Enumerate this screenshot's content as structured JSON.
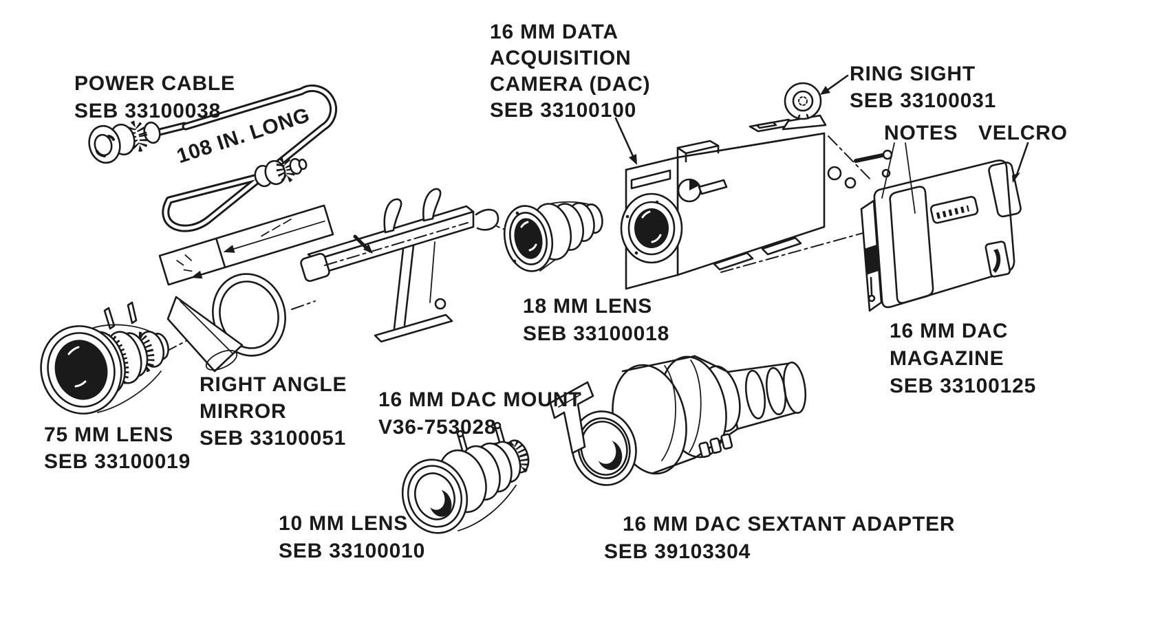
{
  "figure": {
    "background": "#ffffff",
    "ink": "#1a1a1a",
    "description": "Exploded-view line drawing of the 16 mm Data Acquisition Camera (DAC) system and accessories"
  },
  "labels": {
    "power_cable": {
      "lines": [
        "POWER CABLE",
        "SEB 33100038"
      ]
    },
    "cable_length": {
      "text": "108 IN. LONG"
    },
    "dac_camera": {
      "lines": [
        "16 MM DATA",
        "ACQUISITION",
        "CAMERA (DAC)",
        "SEB 33100100"
      ]
    },
    "ring_sight": {
      "lines": [
        "RING SIGHT",
        "SEB 33100031"
      ]
    },
    "notes": {
      "text": "NOTES"
    },
    "velcro": {
      "text": "VELCRO"
    },
    "lens_18mm": {
      "lines": [
        "18 MM LENS",
        "SEB 33100018"
      ]
    },
    "magazine": {
      "lines": [
        "16 MM DAC",
        "MAGAZINE",
        "SEB 33100125"
      ]
    },
    "lens_75mm": {
      "lines": [
        "75 MM LENS",
        "SEB 33100019"
      ]
    },
    "right_angle_mirror": {
      "lines": [
        "RIGHT ANGLE",
        "MIRROR",
        "SEB 33100051"
      ]
    },
    "dac_mount": {
      "lines": [
        "16 MM DAC MOUNT",
        "V36-753028"
      ]
    },
    "lens_10mm": {
      "lines": [
        "10 MM LENS",
        "SEB 33100010"
      ]
    },
    "sextant_adapter": {
      "lines": [
        "16 MM DAC SEXTANT ADAPTER",
        "SEB 39103304"
      ]
    }
  }
}
